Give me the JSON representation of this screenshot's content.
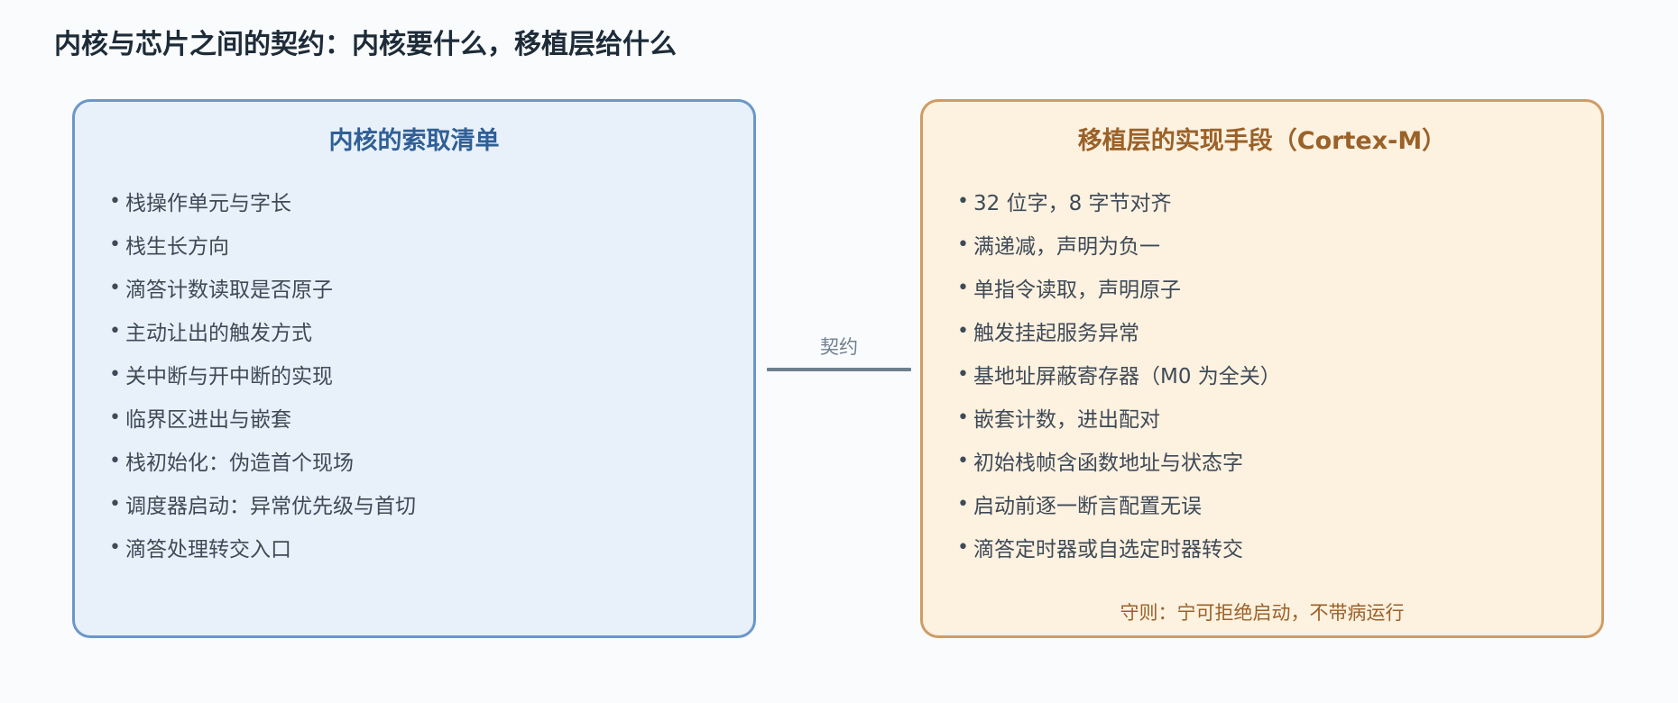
{
  "title": "内核与芯片之间的契约：内核要什么，移植层给什么",
  "left_panel": {
    "title": "内核的索取清单",
    "bullet": "•",
    "items": [
      "栈操作单元与字长",
      "栈生长方向",
      "滴答计数读取是否原子",
      "主动让出的触发方式",
      "关中断与开中断的实现",
      "临界区进出与嵌套",
      "栈初始化：伪造首个现场",
      "调度器启动：异常优先级与首切",
      "滴答处理转交入口"
    ]
  },
  "connector": {
    "label": "契约"
  },
  "right_panel": {
    "title": "移植层的实现手段（Cortex-M）",
    "bullet": "•",
    "items": [
      "32 位字，8 字节对齐",
      "满递减，声明为负一",
      "单指令读取，声明原子",
      "触发挂起服务异常",
      "基地址屏蔽寄存器（M0 为全关）",
      "嵌套计数，进出配对",
      "初始栈帧含函数地址与状态字",
      "启动前逐一断言配置无误",
      "滴答定时器或自选定时器转交"
    ],
    "footnote": "守则：宁可拒绝启动，不带病运行"
  },
  "colors": {
    "left_fill": "#e8f0fa",
    "left_border": "#6b97c8",
    "left_title": "#2f5f95",
    "right_fill": "#fdf1e0",
    "right_border": "#cf9c64",
    "right_title": "#9a6128",
    "connector": "#6f808f"
  }
}
